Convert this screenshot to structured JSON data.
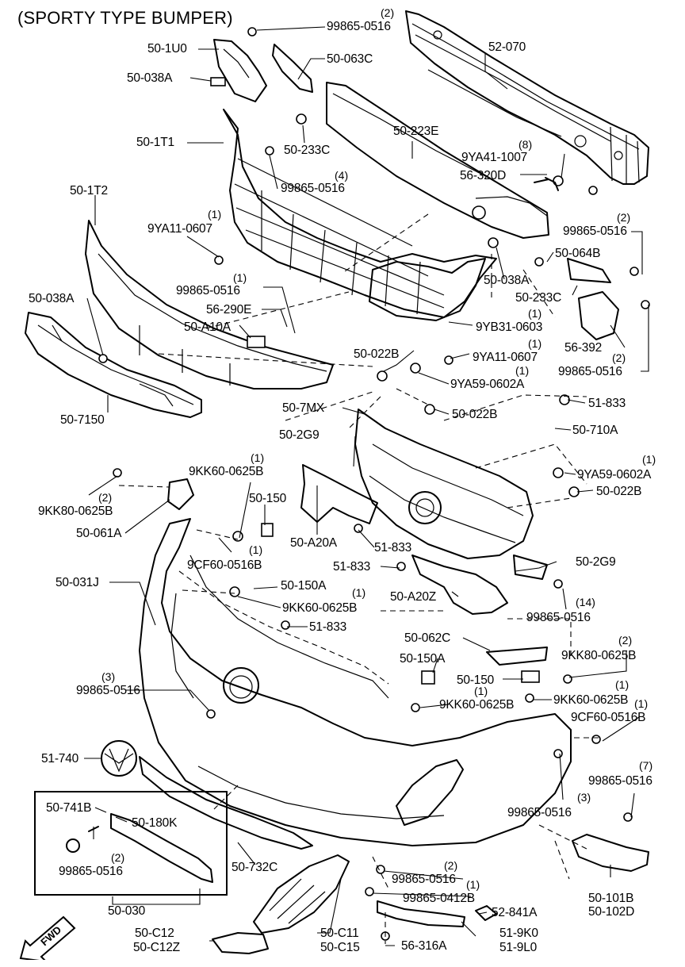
{
  "title": "(SPORTY TYPE BUMPER)",
  "fwd_label": "FWD",
  "parts": [
    {
      "id": "p-99865-0516-top",
      "code": "99865-0516",
      "qty": "(2)"
    },
    {
      "id": "p-50-1U0",
      "code": "50-1U0",
      "qty": ""
    },
    {
      "id": "p-50-063C",
      "code": "50-063C",
      "qty": ""
    },
    {
      "id": "p-52-070",
      "code": "52-070",
      "qty": ""
    },
    {
      "id": "p-50-038A-top",
      "code": "50-038A",
      "qty": ""
    },
    {
      "id": "p-50-1T1",
      "code": "50-1T1",
      "qty": ""
    },
    {
      "id": "p-50-233C-top",
      "code": "50-233C",
      "qty": ""
    },
    {
      "id": "p-50-223E",
      "code": "50-223E",
      "qty": ""
    },
    {
      "id": "p-9YA41-1007",
      "code": "9YA41-1007",
      "qty": "(8)"
    },
    {
      "id": "p-56-320D",
      "code": "56-320D",
      "qty": ""
    },
    {
      "id": "p-99865-0516-4",
      "code": "99865-0516",
      "qty": "(4)"
    },
    {
      "id": "p-50-1T2",
      "code": "50-1T2",
      "qty": ""
    },
    {
      "id": "p-9YA11-0607-left",
      "code": "9YA11-0607",
      "qty": "(1)"
    },
    {
      "id": "p-99865-0516-r2",
      "code": "99865-0516",
      "qty": "(2)"
    },
    {
      "id": "p-50-064B",
      "code": "50-064B",
      "qty": ""
    },
    {
      "id": "p-50-038A-right",
      "code": "50-038A",
      "qty": ""
    },
    {
      "id": "p-50-233C-right",
      "code": "50-233C",
      "qty": ""
    },
    {
      "id": "p-50-038A-left",
      "code": "50-038A",
      "qty": ""
    },
    {
      "id": "p-99865-0516-mid",
      "code": "99865-0516",
      "qty": "(1)"
    },
    {
      "id": "p-56-290E",
      "code": "56-290E",
      "qty": ""
    },
    {
      "id": "p-50-A10A",
      "code": "50-A10A",
      "qty": ""
    },
    {
      "id": "p-9YB31-0603",
      "code": "9YB31-0603",
      "qty": "(1)"
    },
    {
      "id": "p-56-392",
      "code": "56-392",
      "qty": ""
    },
    {
      "id": "p-50-022B-a",
      "code": "50-022B",
      "qty": ""
    },
    {
      "id": "p-9YA11-0607-mid",
      "code": "9YA11-0607",
      "qty": "(1)"
    },
    {
      "id": "p-99865-0516-r2b",
      "code": "99865-0516",
      "qty": "(2)"
    },
    {
      "id": "p-9YA59-0602A-a",
      "code": "9YA59-0602A",
      "qty": "(1)"
    },
    {
      "id": "p-50-7150",
      "code": "50-7150",
      "qty": ""
    },
    {
      "id": "p-50-7MX",
      "code": "50-7MX",
      "qty": ""
    },
    {
      "id": "p-51-833-a",
      "code": "51-833",
      "qty": ""
    },
    {
      "id": "p-50-022B-b",
      "code": "50-022B",
      "qty": ""
    },
    {
      "id": "p-50-710A",
      "code": "50-710A",
      "qty": ""
    },
    {
      "id": "p-50-2G9-a",
      "code": "50-2G9",
      "qty": ""
    },
    {
      "id": "p-9KK60-0625B-a",
      "code": "9KK60-0625B",
      "qty": "(1)"
    },
    {
      "id": "p-9YA59-0602A-b",
      "code": "9YA59-0602A",
      "qty": "(1)"
    },
    {
      "id": "p-9KK80-0625B-a",
      "code": "9KK80-0625B",
      "qty": "(2)"
    },
    {
      "id": "p-50-150-a",
      "code": "50-150",
      "qty": ""
    },
    {
      "id": "p-50-022B-c",
      "code": "50-022B",
      "qty": ""
    },
    {
      "id": "p-50-061A",
      "code": "50-061A",
      "qty": ""
    },
    {
      "id": "p-50-A20A",
      "code": "50-A20A",
      "qty": ""
    },
    {
      "id": "p-51-833-b",
      "code": "51-833",
      "qty": ""
    },
    {
      "id": "p-9CF60-0516B-a",
      "code": "9CF60-0516B",
      "qty": "(1)"
    },
    {
      "id": "p-51-833-c",
      "code": "51-833",
      "qty": ""
    },
    {
      "id": "p-50-2G9-b",
      "code": "50-2G9",
      "qty": ""
    },
    {
      "id": "p-50-031J",
      "code": "50-031J",
      "qty": ""
    },
    {
      "id": "p-50-150A-a",
      "code": "50-150A",
      "qty": ""
    },
    {
      "id": "p-50-A20Z",
      "code": "50-A20Z",
      "qty": ""
    },
    {
      "id": "p-9KK60-0625B-b",
      "code": "9KK60-0625B",
      "qty": "(1)"
    },
    {
      "id": "p-99865-0516-14",
      "code": "99865-0516",
      "qty": "(14)"
    },
    {
      "id": "p-51-833-d",
      "code": "51-833",
      "qty": ""
    },
    {
      "id": "p-50-062C",
      "code": "50-062C",
      "qty": ""
    },
    {
      "id": "p-9KK80-0625B-b",
      "code": "9KK80-0625B",
      "qty": "(2)"
    },
    {
      "id": "p-50-150A-b",
      "code": "50-150A",
      "qty": ""
    },
    {
      "id": "p-99865-0516-3a",
      "code": "99865-0516",
      "qty": "(3)"
    },
    {
      "id": "p-50-150-b",
      "code": "50-150",
      "qty": ""
    },
    {
      "id": "p-9KK60-0625B-c",
      "code": "9KK60-0625B",
      "qty": "(1)"
    },
    {
      "id": "p-9KK60-0625B-d",
      "code": "9KK60-0625B",
      "qty": "(1)"
    },
    {
      "id": "p-9CF60-0516B-b",
      "code": "9CF60-0516B",
      "qty": "(1)"
    },
    {
      "id": "p-51-740",
      "code": "51-740",
      "qty": ""
    },
    {
      "id": "p-99865-0516-7",
      "code": "99865-0516",
      "qty": "(7)"
    },
    {
      "id": "p-99865-0516-3b",
      "code": "99865-0516",
      "qty": "(3)"
    },
    {
      "id": "p-50-741B",
      "code": "50-741B",
      "qty": ""
    },
    {
      "id": "p-50-180K",
      "code": "50-180K",
      "qty": ""
    },
    {
      "id": "p-99865-0516-inset",
      "code": "99865-0516",
      "qty": "(2)"
    },
    {
      "id": "p-50-732C",
      "code": "50-732C",
      "qty": ""
    },
    {
      "id": "p-99865-0516-bot",
      "code": "99865-0516",
      "qty": "(2)"
    },
    {
      "id": "p-99865-0412B",
      "code": "99865-0412B",
      "qty": "(1)"
    },
    {
      "id": "p-50-101B",
      "code": "50-101B",
      "qty": ""
    },
    {
      "id": "p-50-102D",
      "code": "50-102D",
      "qty": ""
    },
    {
      "id": "p-50-030",
      "code": "50-030",
      "qty": ""
    },
    {
      "id": "p-52-841A",
      "code": "52-841A",
      "qty": ""
    },
    {
      "id": "p-50-C12",
      "code": "50-C12",
      "qty": ""
    },
    {
      "id": "p-50-C12Z",
      "code": "50-C12Z",
      "qty": ""
    },
    {
      "id": "p-50-C11",
      "code": "50-C11",
      "qty": ""
    },
    {
      "id": "p-50-C15",
      "code": "50-C15",
      "qty": ""
    },
    {
      "id": "p-51-9K0",
      "code": "51-9K0",
      "qty": ""
    },
    {
      "id": "p-51-9L0",
      "code": "51-9L0",
      "qty": ""
    },
    {
      "id": "p-56-316A",
      "code": "56-316A",
      "qty": ""
    }
  ]
}
